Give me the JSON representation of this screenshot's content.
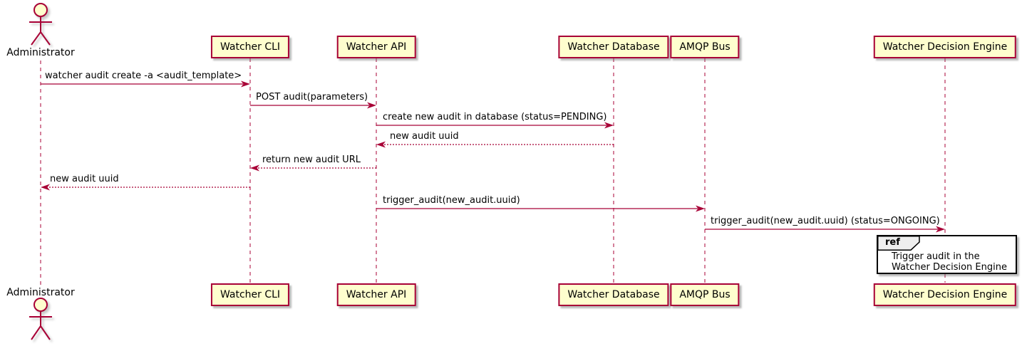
{
  "diagram_type": "plantuml-sequence",
  "actor": {
    "label": "Administrator"
  },
  "participants": [
    {
      "name": "Watcher CLI"
    },
    {
      "name": "Watcher API"
    },
    {
      "name": "Watcher Database"
    },
    {
      "name": "AMQP Bus"
    },
    {
      "name": "Watcher Decision Engine"
    }
  ],
  "messages": [
    {
      "from": "Administrator",
      "to": "Watcher CLI",
      "label": "watcher audit create -a <audit_template>",
      "line": "solid"
    },
    {
      "from": "Watcher CLI",
      "to": "Watcher API",
      "label": "POST audit(parameters)",
      "line": "solid"
    },
    {
      "from": "Watcher API",
      "to": "Watcher Database",
      "label": "create new audit in database (status=PENDING)",
      "line": "solid"
    },
    {
      "from": "Watcher Database",
      "to": "Watcher API",
      "label": "new audit uuid",
      "line": "dashed"
    },
    {
      "from": "Watcher API",
      "to": "Watcher CLI",
      "label": "return new audit URL",
      "line": "dashed"
    },
    {
      "from": "Watcher CLI",
      "to": "Administrator",
      "label": "new audit uuid",
      "line": "dashed"
    },
    {
      "from": "Watcher API",
      "to": "AMQP Bus",
      "label": "trigger_audit(new_audit.uuid)",
      "line": "solid"
    },
    {
      "from": "AMQP Bus",
      "to": "Watcher Decision Engine",
      "label": "trigger_audit(new_audit.uuid) (status=ONGOING)",
      "line": "solid"
    }
  ],
  "ref_fragment": {
    "keyword": "ref",
    "over": "Watcher Decision Engine",
    "text_lines": [
      "Trigger audit in the",
      "Watcher Decision Engine"
    ]
  },
  "colors": {
    "stroke": "#A80036",
    "participant_fill": "#FEFECE",
    "ref_tab_fill": "#EEEEEE",
    "ref_border": "#000000",
    "text": "#000000",
    "background": "#FFFFFF"
  }
}
